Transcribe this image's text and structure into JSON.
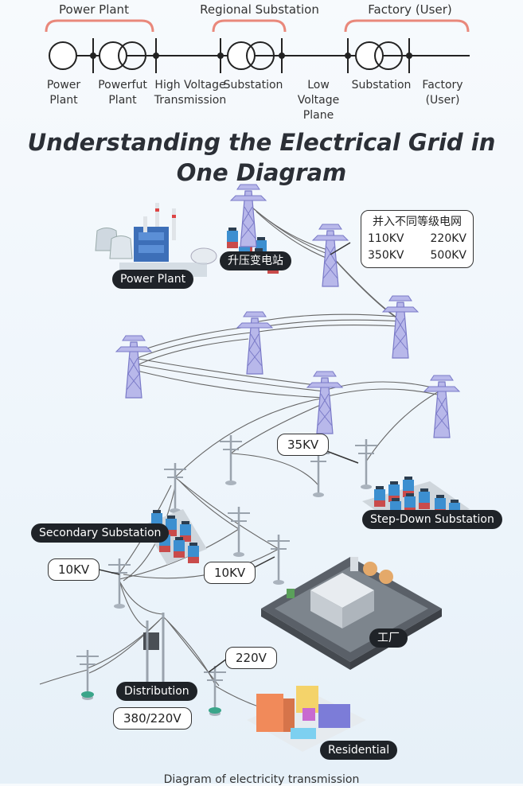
{
  "header": {
    "groups": [
      "Power Plant",
      "Regional Substation",
      "Factory (User)"
    ],
    "nodes": [
      {
        "line1": "Power",
        "line2": "Plant"
      },
      {
        "line1": "Powerfut",
        "line2": "Plant"
      },
      {
        "line1": "High Voltage",
        "line2": "Transmission"
      },
      {
        "line1": "Substation",
        "line2": ""
      },
      {
        "line1": "Low Voltage",
        "line2": "Plane"
      },
      {
        "line1": "Substation",
        "line2": ""
      },
      {
        "line1": "Factory",
        "line2": "(User)"
      }
    ]
  },
  "title": {
    "line1": "Understanding the Electrical Grid in",
    "line2": "One Diagram"
  },
  "labels": {
    "power_plant": "Power Plant",
    "step_up": "升压变电站",
    "grid_title": "并入不同等级电网",
    "grid_levels": [
      "110KV",
      "220KV",
      "350KV",
      "500KV"
    ],
    "kv35": "35KV",
    "step_down": "Step-Down Substation",
    "secondary": "Secondary Substation",
    "kv10_left": "10KV",
    "kv10_right": "10KV",
    "factory_cn": "工厂",
    "kv220": "220V",
    "distribution": "Distribution",
    "v380": "380/220V",
    "residential": "Residential"
  },
  "caption": "Diagram of electricity transmission",
  "colors": {
    "accent": "#e9887b",
    "tower": "#8f8fd6",
    "pill": "#1f2328"
  }
}
